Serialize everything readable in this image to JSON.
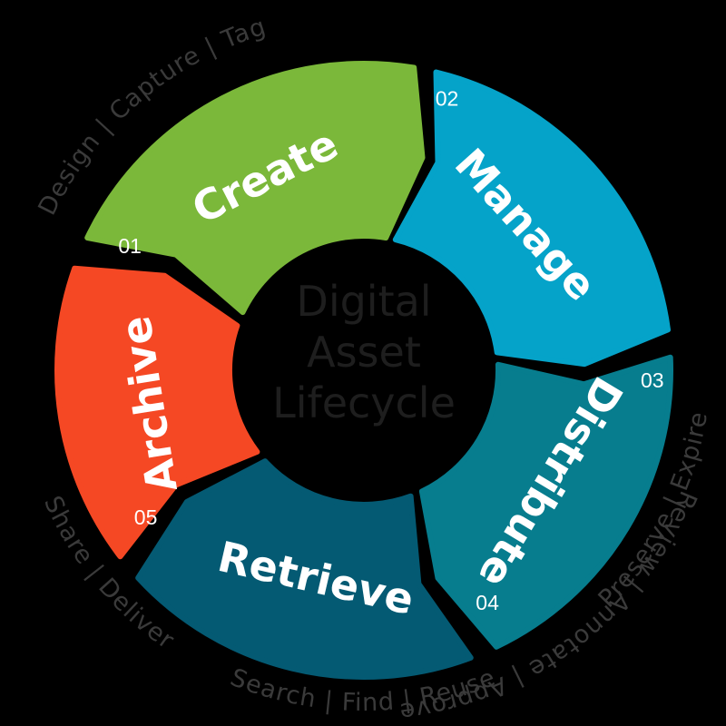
{
  "center": {
    "lines": [
      "Digital",
      "Asset",
      "Lifecycle"
    ],
    "color": "#1e1e1e"
  },
  "stages": [
    {
      "number": "01",
      "label": "Create",
      "tags": "Design | Capture | Tag",
      "color": "#7bb83a"
    },
    {
      "number": "02",
      "label": "Manage",
      "tags": "Review | Annotate | Approve",
      "color": "#05a3c9"
    },
    {
      "number": "03",
      "label": "Distribute",
      "tags": "Share | Deliver",
      "color": "#077d8e"
    },
    {
      "number": "04",
      "label": "Retrieve",
      "tags": "Search | Find | Reuse",
      "color": "#045a73"
    },
    {
      "number": "05",
      "label": "Archive",
      "tags": "Preserve | Expire",
      "color": "#f54824"
    }
  ],
  "colors": {
    "background": "#000000",
    "outer_text": "#3a3a3a",
    "label_text": "#ffffff"
  }
}
